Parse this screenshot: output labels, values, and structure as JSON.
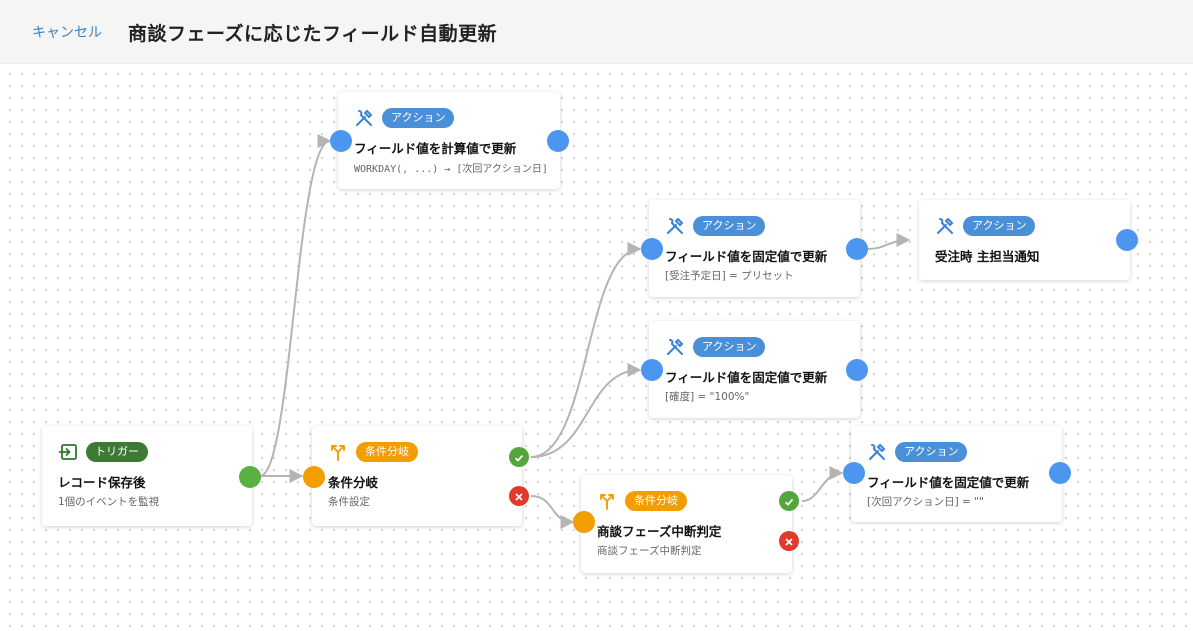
{
  "header": {
    "cancel_label": "キャンセル",
    "title": "商談フェーズに応じたフィールド自動更新"
  },
  "nodes": {
    "trigger": {
      "badge": "トリガー",
      "title": "レコード保存後",
      "subtitle": "1個のイベントを監視"
    },
    "cond1": {
      "badge": "条件分岐",
      "title": "条件分岐",
      "subtitle": "条件設定"
    },
    "action1": {
      "badge": "アクション",
      "title": "フィールド値を計算値で更新",
      "subtitle": "WORKDAY(, ...) → [次回アクション日]"
    },
    "action2": {
      "badge": "アクション",
      "title": "フィールド値を固定値で更新",
      "subtitle": "[受注予定日] = プリセット"
    },
    "action3": {
      "badge": "アクション",
      "title": "フィールド値を固定値で更新",
      "subtitle": "[確度] = \"100%\""
    },
    "action4": {
      "badge": "アクション",
      "title": "受注時 主担当通知",
      "subtitle": ""
    },
    "cond2": {
      "badge": "条件分岐",
      "title": "商談フェーズ中断判定",
      "subtitle": "商談フェーズ中断判定"
    },
    "action5": {
      "badge": "アクション",
      "title": "フィールド値を固定値で更新",
      "subtitle": "[次回アクション日] = \"\""
    }
  },
  "colors": {
    "action_badge": "#4a90d9",
    "trigger_badge": "#3d7a35",
    "condition_badge": "#f29d00",
    "port_blue": "#4c96f0",
    "port_green": "#5ab043",
    "result_true": "#54a53e",
    "result_false": "#e0392e",
    "edge": "#b4b4b4",
    "cancel_link": "#3b82c4"
  },
  "icons": {
    "action": "tools-icon",
    "trigger": "enter-icon",
    "condition": "branch-icon",
    "true_result": "check-icon",
    "false_result": "close-icon"
  }
}
